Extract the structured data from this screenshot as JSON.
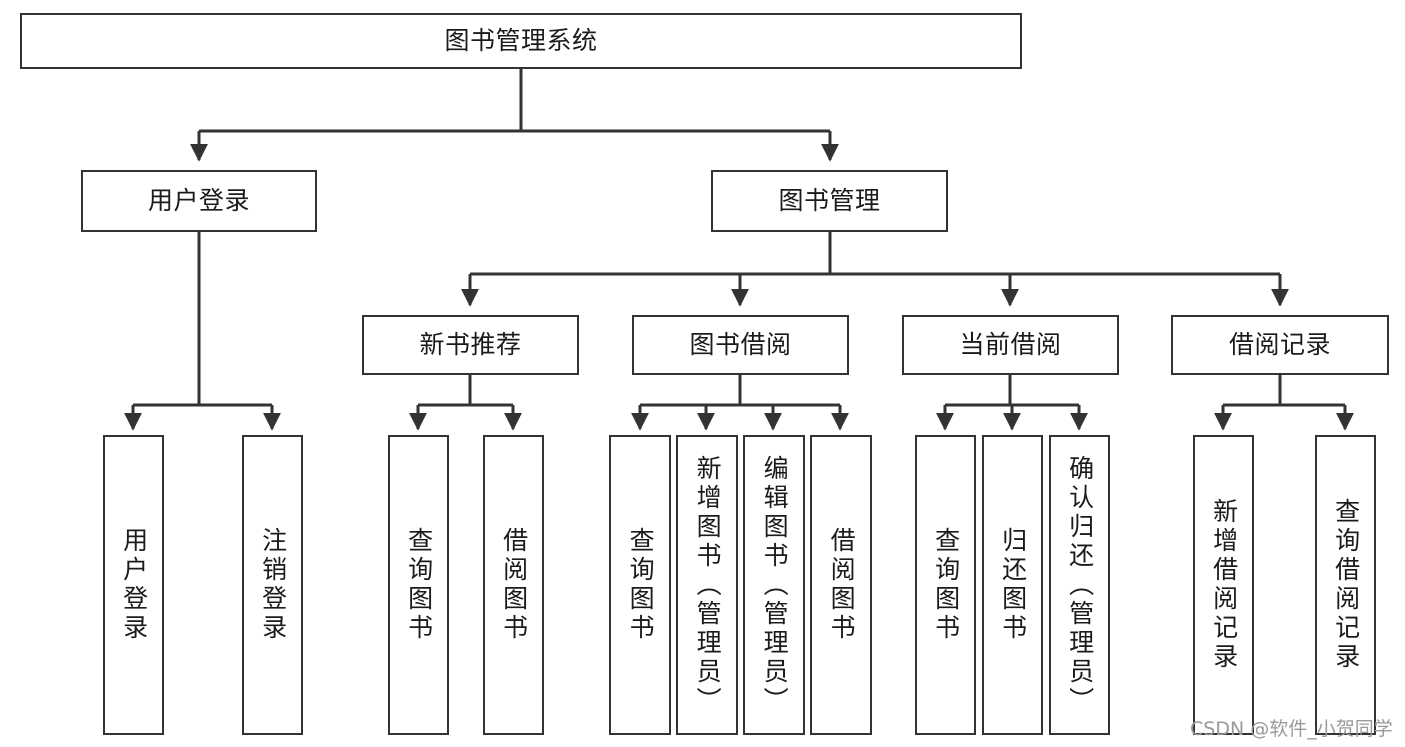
{
  "diagram": {
    "type": "hierarchy-tree",
    "title": "图书管理系统",
    "levels": 4,
    "edge_color": "#333333",
    "box_border_color": "#333333",
    "box_fill_color": "#ffffff",
    "background_color": "#ffffff",
    "nodes": {
      "root": {
        "label": "图书管理系统"
      },
      "level2": [
        {
          "label": "用户登录"
        },
        {
          "label": "图书管理"
        }
      ],
      "level3": [
        {
          "label": "新书推荐"
        },
        {
          "label": "图书借阅"
        },
        {
          "label": "当前借阅"
        },
        {
          "label": "借阅记录"
        }
      ],
      "leaves": {
        "user_login": [
          {
            "label": "用户登录"
          },
          {
            "label": "注销登录"
          }
        ],
        "new_book_recommend": [
          {
            "label": "查询图书"
          },
          {
            "label": "借阅图书"
          }
        ],
        "book_borrow": [
          {
            "label": "查询图书"
          },
          {
            "label": "新增图书（管理员）"
          },
          {
            "label": "编辑图书（管理员）"
          },
          {
            "label": "借阅图书"
          }
        ],
        "current_borrow": [
          {
            "label": "查询图书"
          },
          {
            "label": "归还图书"
          },
          {
            "label": "确认归还（管理员）"
          }
        ],
        "borrow_record": [
          {
            "label": "新增借阅记录"
          },
          {
            "label": "查询借阅记录"
          }
        ]
      }
    }
  },
  "watermark": {
    "text": "CSDN @软件_小贺同学"
  }
}
